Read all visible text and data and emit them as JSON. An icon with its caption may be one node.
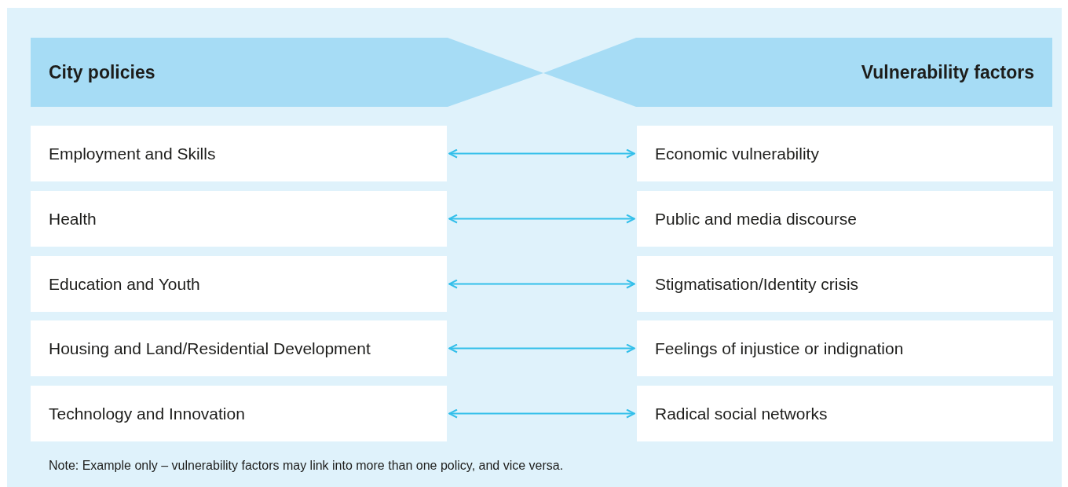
{
  "diagram": {
    "nodes": [
      {
        "text": [
          "City policies"
        ]
      },
      {
        "text": [
          "Vulnerability factors"
        ]
      },
      {
        "text": [
          "Employment and Skills"
        ]
      },
      {
        "text": [
          "Economic vulnerability"
        ]
      },
      {
        "text": [
          "Health"
        ]
      },
      {
        "text": [
          "Public and media discourse"
        ]
      },
      {
        "text": [
          "Education and Youth"
        ]
      },
      {
        "text": [
          "Stigmatisation/Identity crisis"
        ]
      },
      {
        "text": [
          "Housing and Land/Residential Development"
        ]
      },
      {
        "text": [
          "Feelings of injustice or indignation"
        ]
      },
      {
        "text": [
          "Technology and Innovation"
        ]
      },
      {
        "text": [
          "Radical social networks"
        ]
      }
    ],
    "edges": [
      {
        "from": 2,
        "to": 3,
        "arrow": "both"
      },
      {
        "from": 4,
        "to": 5,
        "arrow": "both"
      },
      {
        "from": 6,
        "to": 7,
        "arrow": "both"
      },
      {
        "from": 8,
        "to": 9,
        "arrow": "both"
      },
      {
        "from": 10,
        "to": 11,
        "arrow": "both"
      }
    ],
    "labels": [
      "Note: Example only – vulnerability factors may link into more than one policy, and vice versa."
    ]
  }
}
